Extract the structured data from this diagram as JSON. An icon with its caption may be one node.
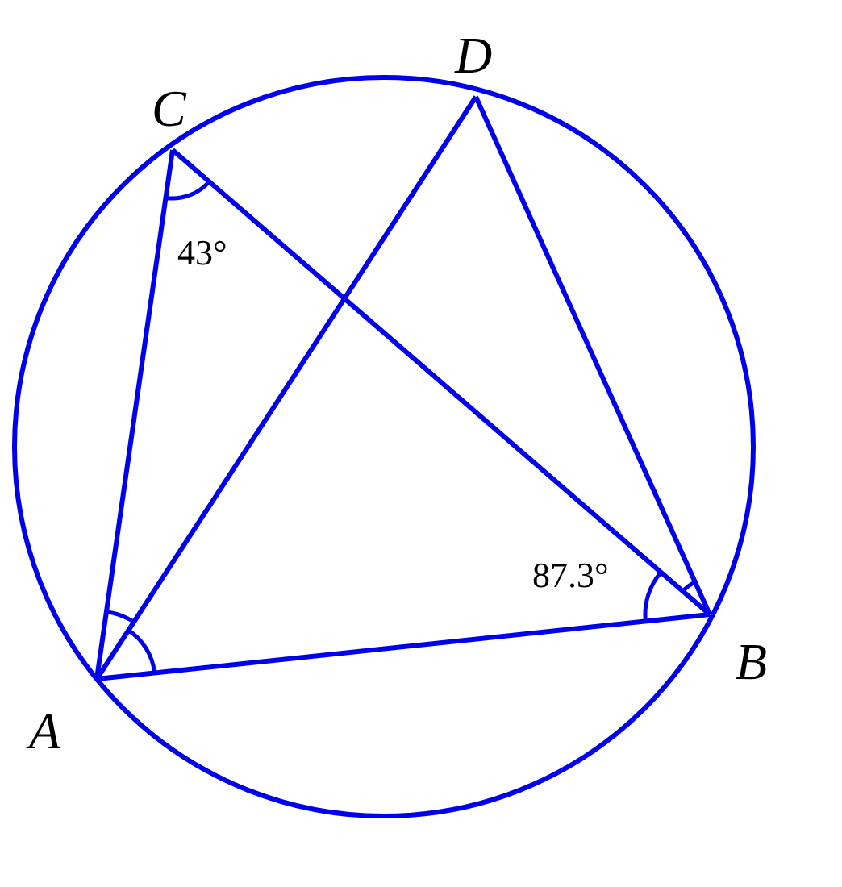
{
  "diagram": {
    "nodes": [
      {
        "text": [
          "D"
        ]
      },
      {
        "text": [
          "C"
        ]
      },
      {
        "text": [
          "B"
        ]
      },
      {
        "text": [
          "A"
        ]
      }
    ],
    "edges": [
      {
        "from": 1,
        "to": 3,
        "arrow": "none"
      },
      {
        "from": 1,
        "to": 2,
        "arrow": "none"
      },
      {
        "from": 0,
        "to": 3,
        "arrow": "none"
      },
      {
        "from": 0,
        "to": 2,
        "arrow": "none"
      },
      {
        "from": 3,
        "to": 2,
        "arrow": "none"
      }
    ],
    "labels": [
      "43°",
      "87.3°"
    ]
  }
}
